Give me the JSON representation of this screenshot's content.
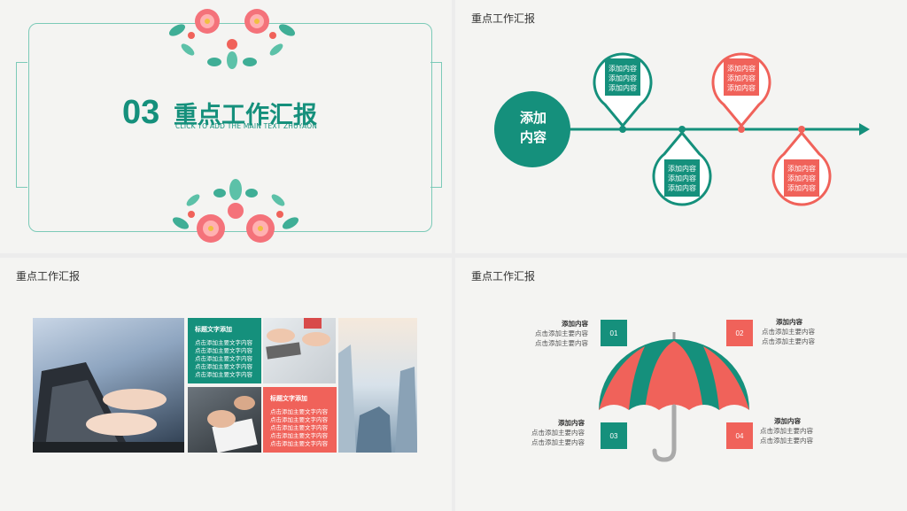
{
  "slide1": {
    "number": "03",
    "title": "重点工作汇报",
    "subtitle": "CLICK TO ADD THE MAIN TEXT ZHUYAON"
  },
  "slide2": {
    "title": "重点工作汇报",
    "center_label_line1": "添加",
    "center_label_line2": "内容",
    "pins": [
      {
        "lines": [
          "添加内容",
          "添加内容",
          "添加内容"
        ],
        "color": "#15907c"
      },
      {
        "lines": [
          "添加内容",
          "添加内容",
          "添加内容"
        ],
        "color": "#15907c"
      },
      {
        "lines": [
          "添加内容",
          "添加内容",
          "添加内容"
        ],
        "color": "#f0625a"
      },
      {
        "lines": [
          "添加内容",
          "添加内容",
          "添加内容"
        ],
        "color": "#f0625a"
      }
    ]
  },
  "slide3": {
    "title": "重点工作汇报",
    "tile1": {
      "heading": "标题文字添加",
      "lines": [
        "点击添加主要文字内容",
        "点击添加主要文字内容",
        "点击添加主要文字内容",
        "点击添加主要文字内容",
        "点击添加主要文字内容"
      ]
    },
    "tile2": {
      "heading": "标题文字添加",
      "lines": [
        "点击添加主要文字内容",
        "点击添加主要文字内容",
        "点击添加主要文字内容",
        "点击添加主要文字内容",
        "点击添加主要文字内容"
      ]
    }
  },
  "slide4": {
    "title": "重点工作汇报",
    "items": [
      {
        "num": "01",
        "heading": "添加内容",
        "lines": [
          "点击添加主要内容",
          "点击添加主要内容"
        ],
        "color": "#15907c"
      },
      {
        "num": "02",
        "heading": "添加内容",
        "lines": [
          "点击添加主要内容",
          "点击添加主要内容"
        ],
        "color": "#f0625a"
      },
      {
        "num": "03",
        "heading": "添加内容",
        "lines": [
          "点击添加主要内容",
          "点击添加主要内容"
        ],
        "color": "#15907c"
      },
      {
        "num": "04",
        "heading": "添加内容",
        "lines": [
          "点击添加主要内容",
          "点击添加主要内容"
        ],
        "color": "#f0625a"
      }
    ]
  },
  "colors": {
    "teal": "#15907c",
    "red": "#f0625a",
    "frame": "#7ccab8"
  }
}
